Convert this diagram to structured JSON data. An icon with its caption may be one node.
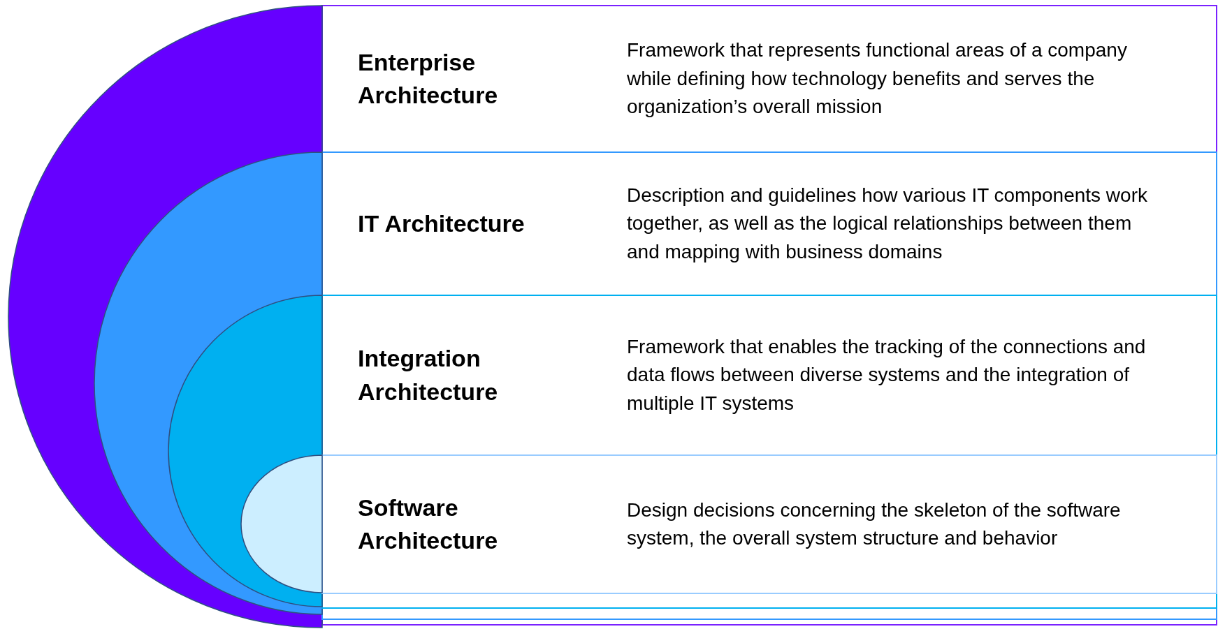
{
  "diagram": {
    "nodes": [
      {
        "text": [
          "Enterprise Architecture",
          "Framework that represents functional areas of a company while defining how technology benefits and serves the organization’s overall mission"
        ]
      },
      {
        "text": [
          "IT Architecture",
          "Description and guidelines how various IT components work together, as well as the logical relationships between them and mapping with business domains"
        ],
        "in": 0
      },
      {
        "text": [
          "Integration Architecture",
          "Framework that enables the tracking of the connections and data flows between diverse systems and the integration of multiple IT systems"
        ],
        "in": 1
      },
      {
        "text": [
          "Software Architecture",
          "Design decisions concerning the skeleton of the software system, the overall system structure and behavior"
        ],
        "in": 2
      }
    ]
  }
}
